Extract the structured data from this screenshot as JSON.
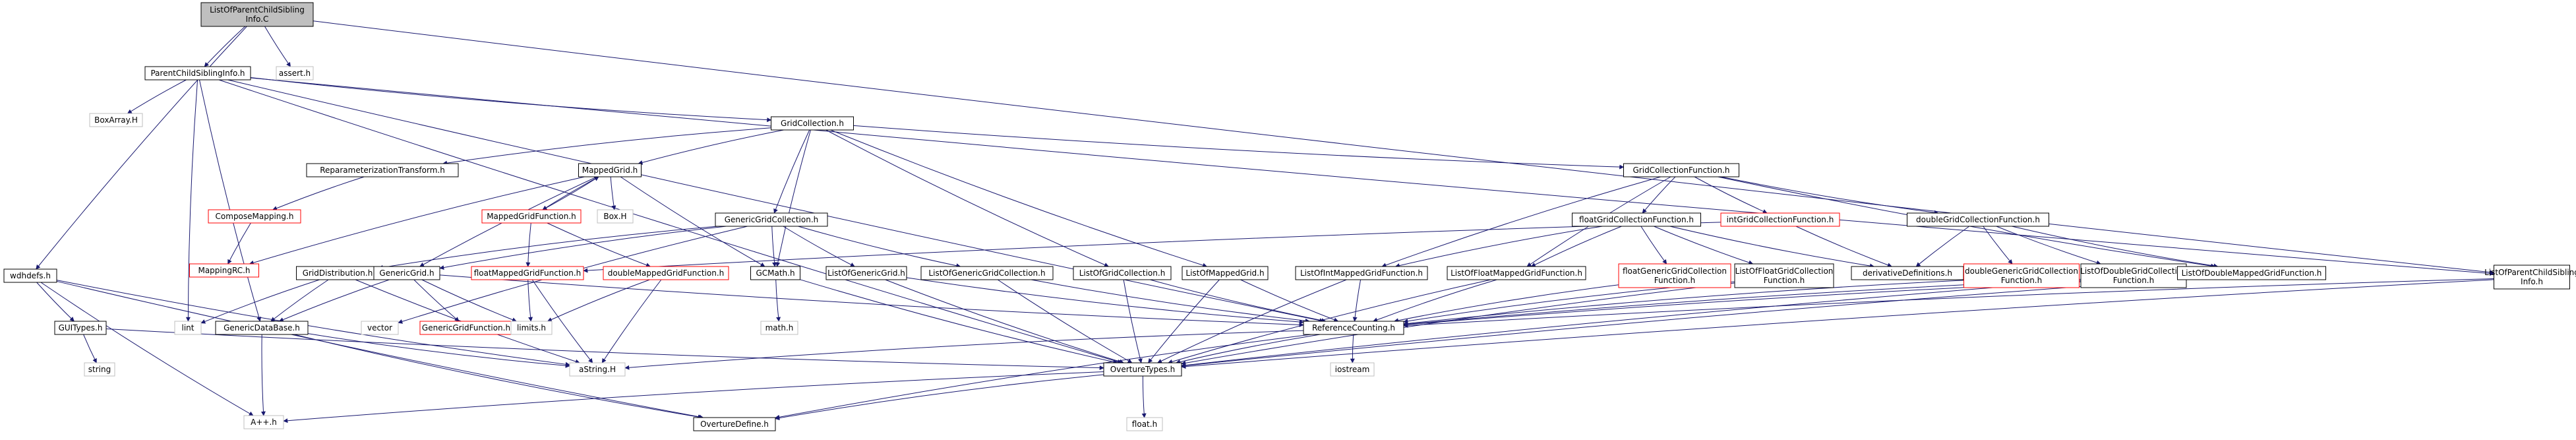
{
  "colors": {
    "edge": "#191970",
    "node_border": "#000000",
    "missing_border": "#bfbfbf",
    "highlight_border": "#ff0000",
    "root_fill": "#bfbfbf",
    "node_fill": "#ffffff",
    "text": "#000000"
  },
  "diagram": {
    "nodes": [
      {
        "id": "root",
        "label": [
          "ListOfParentChildSibling",
          "Info.C"
        ],
        "style": "root"
      },
      {
        "id": "wdh",
        "label": [
          "wdhdefs.h"
        ],
        "style": "normal"
      },
      {
        "id": "pcs",
        "label": [
          "ParentChildSiblingInfo.h"
        ],
        "style": "normal"
      },
      {
        "id": "assert",
        "label": [
          "assert.h"
        ],
        "style": "missing"
      },
      {
        "id": "lopcs",
        "label": [
          "ListOfParentChildSibling",
          "Info.h"
        ],
        "style": "normal"
      },
      {
        "id": "boxarray",
        "label": [
          "BoxArray.H"
        ],
        "style": "missing"
      },
      {
        "id": "gc",
        "label": [
          "GridCollection.h"
        ],
        "style": "normal"
      },
      {
        "id": "rt",
        "label": [
          "ReparameterizationTransform.h"
        ],
        "style": "normal"
      },
      {
        "id": "mg",
        "label": [
          "MappedGrid.h"
        ],
        "style": "normal"
      },
      {
        "id": "gcf",
        "label": [
          "GridCollectionFunction.h"
        ],
        "style": "normal"
      },
      {
        "id": "cm",
        "label": [
          "ComposeMapping.h"
        ],
        "style": "highlight"
      },
      {
        "id": "mgf",
        "label": [
          "MappedGridFunction.h"
        ],
        "style": "highlight"
      },
      {
        "id": "boxh",
        "label": [
          "Box.H"
        ],
        "style": "missing"
      },
      {
        "id": "ggc",
        "label": [
          "GenericGridCollection.h"
        ],
        "style": "normal"
      },
      {
        "id": "fgcf",
        "label": [
          "floatGridCollectionFunction.h"
        ],
        "style": "normal"
      },
      {
        "id": "igcf",
        "label": [
          "intGridCollectionFunction.h"
        ],
        "style": "highlight"
      },
      {
        "id": "dgcf",
        "label": [
          "doubleGridCollectionFunction.h"
        ],
        "style": "normal"
      },
      {
        "id": "mrc",
        "label": [
          "MappingRC.h"
        ],
        "style": "highlight"
      },
      {
        "id": "gd",
        "label": [
          "GridDistribution.h"
        ],
        "style": "normal"
      },
      {
        "id": "gg",
        "label": [
          "GenericGrid.h"
        ],
        "style": "normal"
      },
      {
        "id": "fmgf",
        "label": [
          "floatMappedGridFunction.h"
        ],
        "style": "highlight"
      },
      {
        "id": "dmgf",
        "label": [
          "doubleMappedGridFunction.h"
        ],
        "style": "highlight"
      },
      {
        "id": "gcm",
        "label": [
          "GCMath.h"
        ],
        "style": "normal"
      },
      {
        "id": "loggr",
        "label": [
          "ListOfGenericGrid.h"
        ],
        "style": "normal"
      },
      {
        "id": "loggc",
        "label": [
          "ListOfGenericGridCollection.h"
        ],
        "style": "normal"
      },
      {
        "id": "logc",
        "label": [
          "ListOfGridCollection.h"
        ],
        "style": "normal"
      },
      {
        "id": "lomg",
        "label": [
          "ListOfMappedGrid.h"
        ],
        "style": "normal"
      },
      {
        "id": "loimgf",
        "label": [
          "ListOfIntMappedGridFunction.h"
        ],
        "style": "normal"
      },
      {
        "id": "lofmgf",
        "label": [
          "ListOfFloatMappedGridFunction.h"
        ],
        "style": "normal"
      },
      {
        "id": "fggcf",
        "label": [
          "floatGenericGridCollection",
          "Function.h"
        ],
        "style": "highlight"
      },
      {
        "id": "lofgcf",
        "label": [
          "ListOfFloatGridCollection",
          "Function.h"
        ],
        "style": "normal"
      },
      {
        "id": "deriv",
        "label": [
          "derivativeDefinitions.h"
        ],
        "style": "normal"
      },
      {
        "id": "dggcf",
        "label": [
          "doubleGenericGridCollection",
          "Function.h"
        ],
        "style": "highlight"
      },
      {
        "id": "lodgcf",
        "label": [
          "ListOfDoubleGridCollection",
          "Function.h"
        ],
        "style": "normal"
      },
      {
        "id": "lodmgf",
        "label": [
          "ListOfDoubleMappedGridFunction.h"
        ],
        "style": "normal"
      },
      {
        "id": "gui",
        "label": [
          "GUITypes.h"
        ],
        "style": "normal"
      },
      {
        "id": "lint",
        "label": [
          "lint"
        ],
        "style": "missing"
      },
      {
        "id": "gdb",
        "label": [
          "GenericDataBase.h"
        ],
        "style": "normal"
      },
      {
        "id": "vector",
        "label": [
          "vector"
        ],
        "style": "missing"
      },
      {
        "id": "ggf",
        "label": [
          "GenericGridFunction.h"
        ],
        "style": "highlight"
      },
      {
        "id": "limits",
        "label": [
          "limits.h"
        ],
        "style": "missing"
      },
      {
        "id": "rc",
        "label": [
          "ReferenceCounting.h"
        ],
        "style": "normal"
      },
      {
        "id": "stdmath",
        "label": [
          "math.h"
        ],
        "style": "missing"
      },
      {
        "id": "string",
        "label": [
          "string"
        ],
        "style": "missing"
      },
      {
        "id": "astring",
        "label": [
          "aString.H"
        ],
        "style": "missing"
      },
      {
        "id": "ot",
        "label": [
          "OvertureTypes.h"
        ],
        "style": "normal"
      },
      {
        "id": "iostream",
        "label": [
          "iostream"
        ],
        "style": "missing"
      },
      {
        "id": "app",
        "label": [
          "A++.h"
        ],
        "style": "missing"
      },
      {
        "id": "od",
        "label": [
          "OvertureDefine.h"
        ],
        "style": "normal"
      },
      {
        "id": "float",
        "label": [
          "float.h"
        ],
        "style": "missing"
      }
    ],
    "edges": [
      [
        "root",
        "wdh"
      ],
      [
        "root",
        "pcs"
      ],
      [
        "root",
        "assert"
      ],
      [
        "root",
        "lopcs"
      ],
      [
        "pcs",
        "boxarray"
      ],
      [
        "pcs",
        "gc"
      ],
      [
        "pcs",
        "lopcs"
      ],
      [
        "pcs",
        "lint"
      ],
      [
        "pcs",
        "gdb"
      ],
      [
        "pcs",
        "rc"
      ],
      [
        "pcs",
        "ot"
      ],
      [
        "gc",
        "rt"
      ],
      [
        "gc",
        "mg"
      ],
      [
        "gc",
        "gcf"
      ],
      [
        "gc",
        "ggc"
      ],
      [
        "gc",
        "gcm"
      ],
      [
        "gc",
        "logc"
      ],
      [
        "gc",
        "lomg"
      ],
      [
        "rt",
        "cm"
      ],
      [
        "cm",
        "mrc"
      ],
      [
        "mg",
        "mgf"
      ],
      [
        "mg",
        "boxh"
      ],
      [
        "mg",
        "gcm"
      ],
      [
        "mg",
        "mrc"
      ],
      [
        "mg",
        "gg"
      ],
      [
        "mgf",
        "mg"
      ],
      [
        "mgf",
        "fmgf"
      ],
      [
        "mgf",
        "dmgf"
      ],
      [
        "gcf",
        "fgcf"
      ],
      [
        "gcf",
        "igcf"
      ],
      [
        "gcf",
        "dgcf"
      ],
      [
        "gcf",
        "loimgf"
      ],
      [
        "gcf",
        "lofmgf"
      ],
      [
        "gcf",
        "lodmgf"
      ],
      [
        "ggc",
        "gd"
      ],
      [
        "ggc",
        "gg"
      ],
      [
        "ggc",
        "gcm"
      ],
      [
        "ggc",
        "loggr"
      ],
      [
        "ggc",
        "loggc"
      ],
      [
        "ggc",
        "vector"
      ],
      [
        "fgcf",
        "fggcf"
      ],
      [
        "fgcf",
        "lofgcf"
      ],
      [
        "fgcf",
        "deriv"
      ],
      [
        "fgcf",
        "loimgf"
      ],
      [
        "fgcf",
        "lofmgf"
      ],
      [
        "igcf",
        "deriv"
      ],
      [
        "igcf",
        "fmgf"
      ],
      [
        "dgcf",
        "dggcf"
      ],
      [
        "dgcf",
        "lodgcf"
      ],
      [
        "dgcf",
        "deriv"
      ],
      [
        "dgcf",
        "lodmgf"
      ],
      [
        "gd",
        "lint"
      ],
      [
        "gd",
        "gdb"
      ],
      [
        "gd",
        "astring"
      ],
      [
        "gg",
        "gdb"
      ],
      [
        "gg",
        "ggf"
      ],
      [
        "gg",
        "limits"
      ],
      [
        "gg",
        "rc"
      ],
      [
        "fmgf",
        "limits"
      ],
      [
        "fmgf",
        "astring"
      ],
      [
        "dmgf",
        "limits"
      ],
      [
        "dmgf",
        "astring"
      ],
      [
        "gcm",
        "stdmath"
      ],
      [
        "gcm",
        "ot"
      ],
      [
        "loggr",
        "rc"
      ],
      [
        "loggr",
        "ot"
      ],
      [
        "loggc",
        "rc"
      ],
      [
        "loggc",
        "ot"
      ],
      [
        "logc",
        "rc"
      ],
      [
        "logc",
        "ot"
      ],
      [
        "lomg",
        "rc"
      ],
      [
        "lomg",
        "ot"
      ],
      [
        "loimgf",
        "rc"
      ],
      [
        "loimgf",
        "ot"
      ],
      [
        "lofmgf",
        "rc"
      ],
      [
        "lofmgf",
        "ot"
      ],
      [
        "fggcf",
        "rc"
      ],
      [
        "lofgcf",
        "rc"
      ],
      [
        "lofgcf",
        "ot"
      ],
      [
        "dggcf",
        "rc"
      ],
      [
        "lodgcf",
        "rc"
      ],
      [
        "lodgcf",
        "ot"
      ],
      [
        "lodmgf",
        "rc"
      ],
      [
        "lodmgf",
        "ot"
      ],
      [
        "lopcs",
        "rc"
      ],
      [
        "lopcs",
        "ot"
      ],
      [
        "wdh",
        "gui"
      ],
      [
        "wdh",
        "app"
      ],
      [
        "wdh",
        "od"
      ],
      [
        "wdh",
        "astring"
      ],
      [
        "gui",
        "string"
      ],
      [
        "gui",
        "ot"
      ],
      [
        "gdb",
        "app"
      ],
      [
        "gdb",
        "astring"
      ],
      [
        "gdb",
        "od"
      ],
      [
        "rc",
        "astring"
      ],
      [
        "rc",
        "ot"
      ],
      [
        "rc",
        "iostream"
      ],
      [
        "rc",
        "od"
      ],
      [
        "ot",
        "app"
      ],
      [
        "ot",
        "od"
      ],
      [
        "ot",
        "float"
      ]
    ]
  }
}
